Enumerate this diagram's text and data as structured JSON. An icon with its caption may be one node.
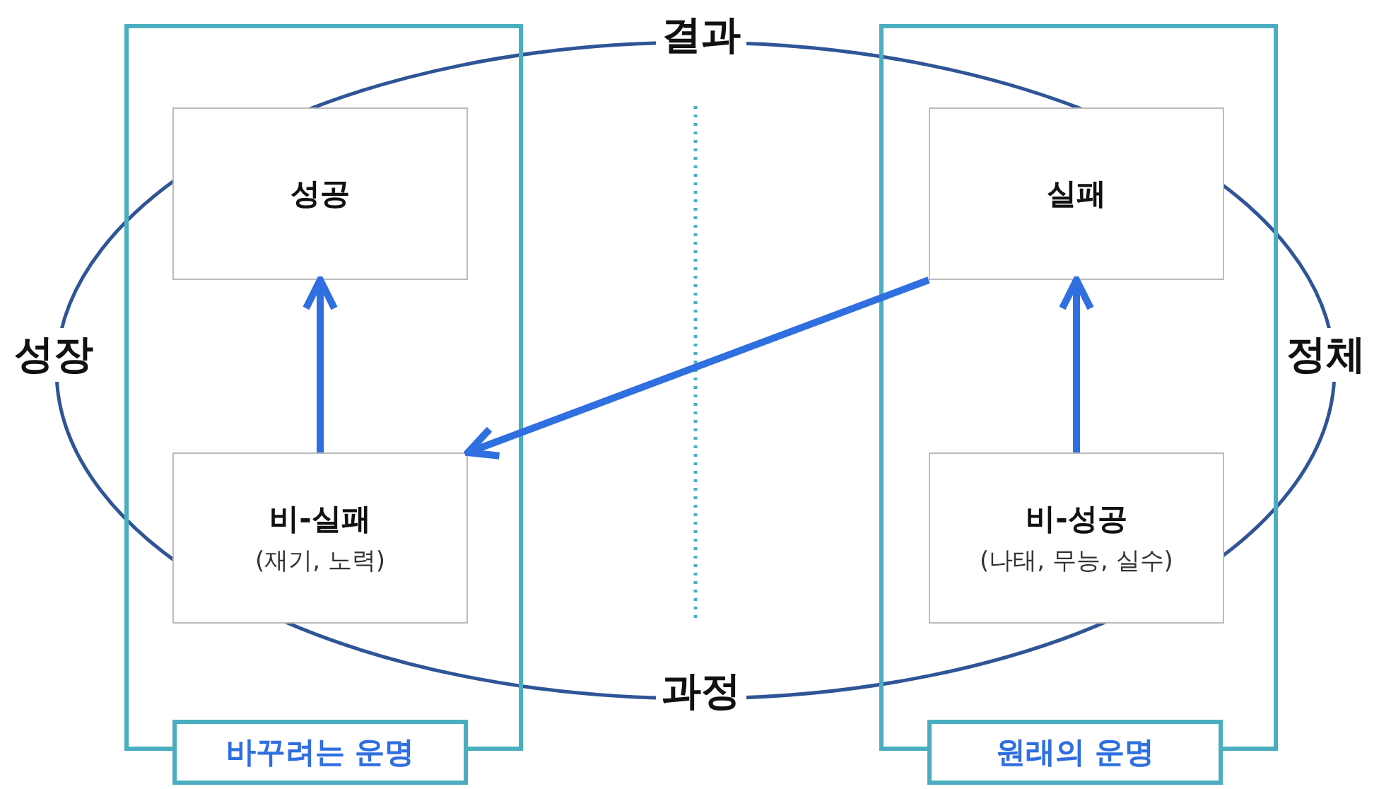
{
  "diagram": {
    "nodes": [
      {
        "text": [
          "바꾸려는 운명"
        ]
      },
      {
        "text": [
          "성공"
        ],
        "in": 0
      },
      {
        "text": [
          "비-실패",
          "(재기, 노력)"
        ],
        "in": 0
      },
      {
        "text": [
          "원래의 운명"
        ]
      },
      {
        "text": [
          "실패"
        ],
        "in": 3
      },
      {
        "text": [
          "비-성공",
          "(나태, 무능, 실수)"
        ],
        "in": 3
      }
    ],
    "edges": [
      {
        "from": 2,
        "to": 1,
        "arrow": "to"
      },
      {
        "from": 5,
        "to": 4,
        "arrow": "to"
      },
      {
        "from": 4,
        "to": 2,
        "arrow": "to"
      }
    ],
    "labels": [
      "결과",
      "성장",
      "정체",
      "과정"
    ]
  }
}
